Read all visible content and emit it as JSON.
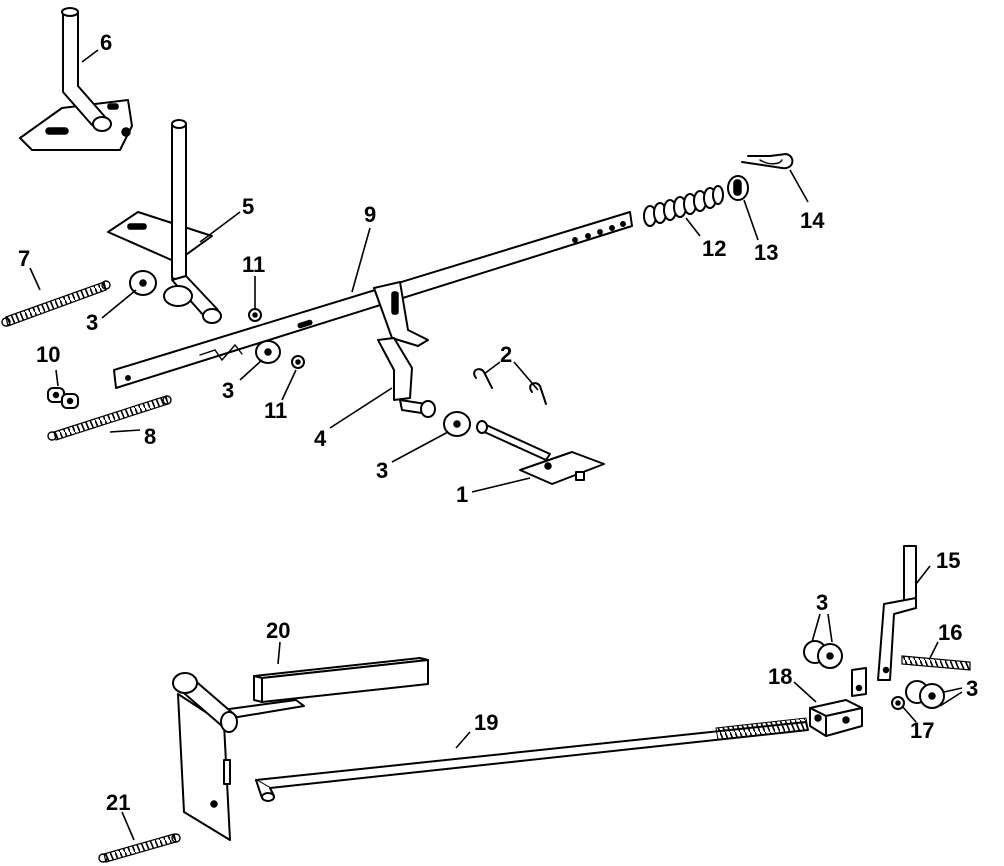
{
  "callouts": {
    "c1": "1",
    "c2": "2",
    "c3a": "3",
    "c3b": "3",
    "c3c": "3",
    "c3d": "3",
    "c3e": "3",
    "c4": "4",
    "c5": "5",
    "c6": "6",
    "c7": "7",
    "c8": "8",
    "c9": "9",
    "c10": "10",
    "c11a": "11",
    "c11b": "11",
    "c12": "12",
    "c13": "13",
    "c14": "14",
    "c15": "15",
    "c16": "16",
    "c17": "17",
    "c18": "18",
    "c19": "19",
    "c20": "20",
    "c21": "21"
  }
}
